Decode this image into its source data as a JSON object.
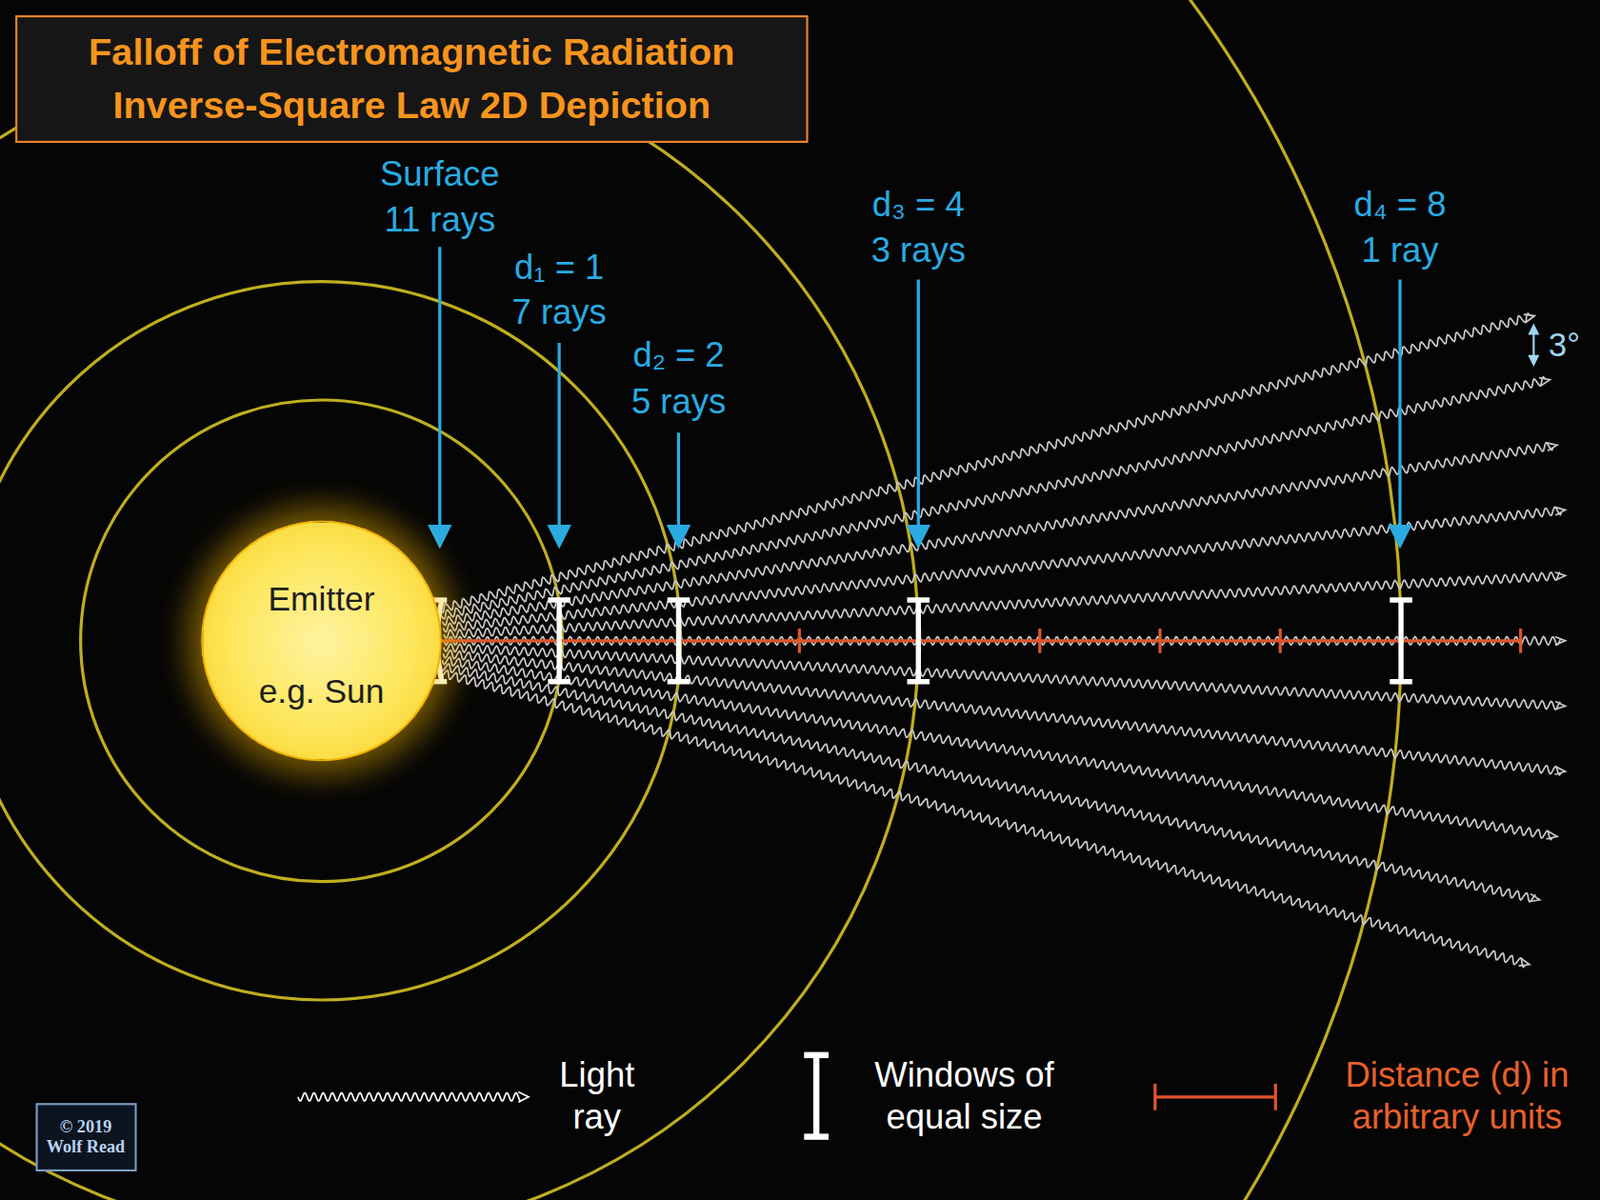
{
  "diagram": {
    "title": "Falloff of Electromagnetic Radiation Inverse-Square Law 2D Depiction",
    "nodes": [
      {
        "text": [
          "Emitter",
          "e.g. Sun"
        ]
      }
    ],
    "labels": [
      "Surface",
      "11 rays",
      "d₁ = 1",
      "7 rays",
      "d₂ = 2",
      "5 rays",
      "d₃ = 4",
      "3 rays",
      "d₄ = 8",
      "1 ray",
      "3°",
      "© 2019 Wolf Read"
    ],
    "legend": [
      {
        "text": "Light ray"
      },
      {
        "text": "Windows of equal size"
      },
      {
        "text": "Distance (d) in arbitrary units"
      }
    ]
  }
}
